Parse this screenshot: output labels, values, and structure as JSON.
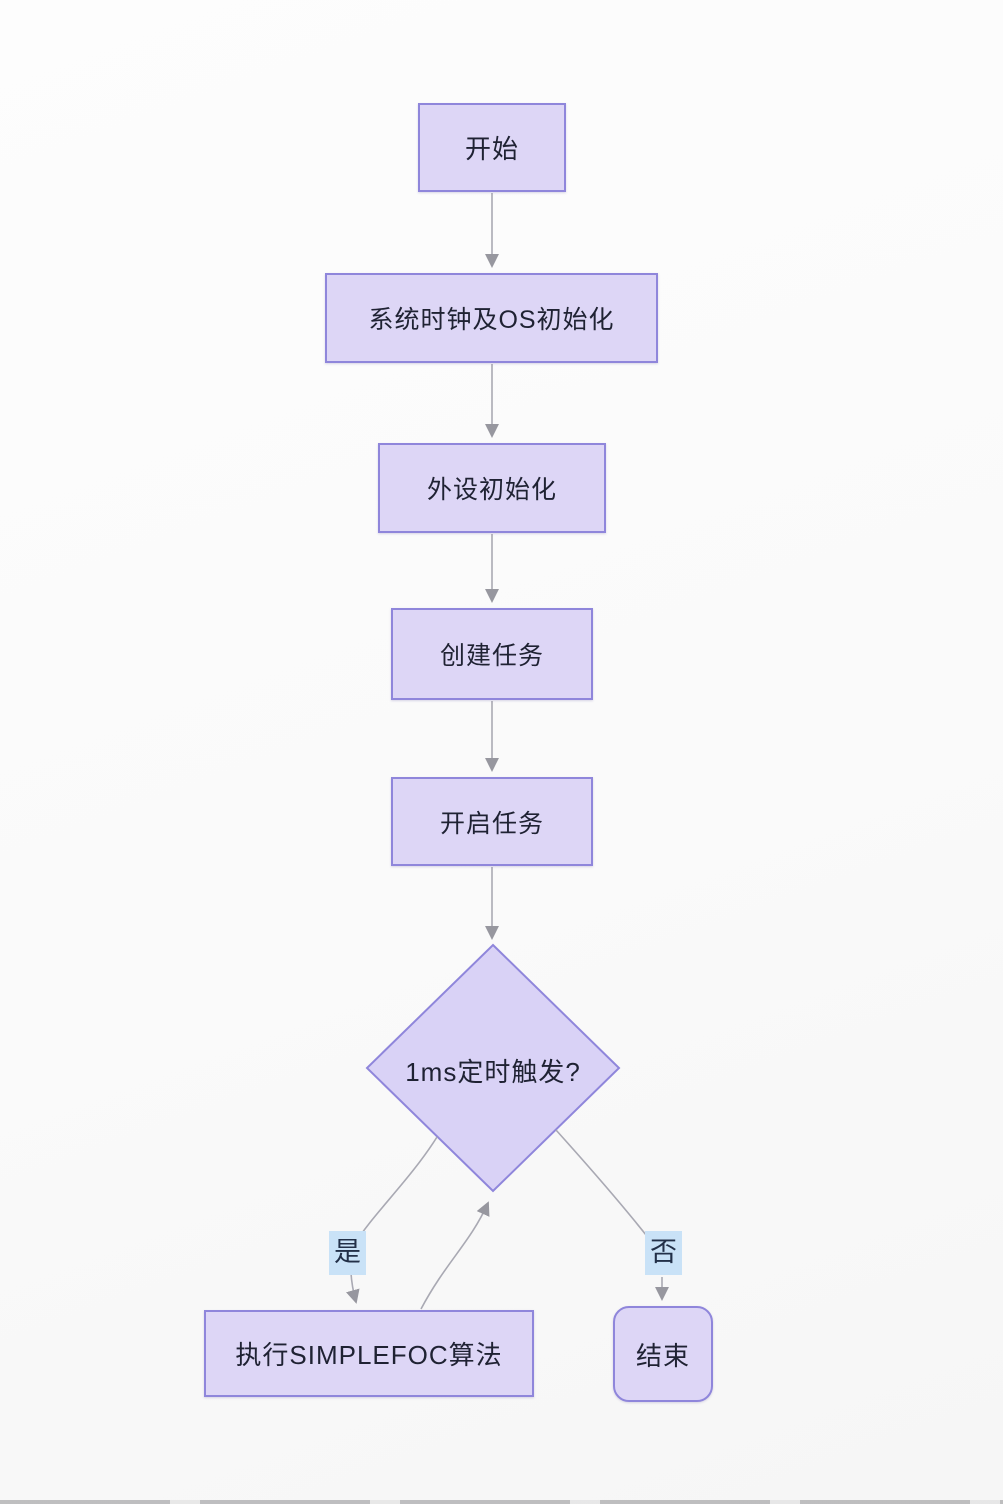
{
  "flowchart": {
    "nodes": [
      {
        "id": "start",
        "label": "开始",
        "shape": "rect"
      },
      {
        "id": "sys-os-init",
        "label": "系统时钟及OS初始化",
        "shape": "rect"
      },
      {
        "id": "periph-init",
        "label": "外设初始化",
        "shape": "rect"
      },
      {
        "id": "create-task",
        "label": "创建任务",
        "shape": "rect"
      },
      {
        "id": "start-task",
        "label": "开启任务",
        "shape": "rect"
      },
      {
        "id": "timer-decision",
        "label": "1ms定时触发?",
        "shape": "diamond"
      },
      {
        "id": "run-simplefoc",
        "label": "执行SIMPLEFOC算法",
        "shape": "rect"
      },
      {
        "id": "end",
        "label": "结束",
        "shape": "rounded-rect"
      }
    ],
    "edge_labels": {
      "yes": "是",
      "no": "否"
    },
    "edges": [
      {
        "from": "start",
        "to": "sys-os-init",
        "label": ""
      },
      {
        "from": "sys-os-init",
        "to": "periph-init",
        "label": ""
      },
      {
        "from": "periph-init",
        "to": "create-task",
        "label": ""
      },
      {
        "from": "create-task",
        "to": "start-task",
        "label": ""
      },
      {
        "from": "start-task",
        "to": "timer-decision",
        "label": ""
      },
      {
        "from": "timer-decision",
        "to": "run-simplefoc",
        "label": "是"
      },
      {
        "from": "run-simplefoc",
        "to": "timer-decision",
        "label": ""
      },
      {
        "from": "timer-decision",
        "to": "end",
        "label": "否"
      }
    ],
    "colors": {
      "node_fill": "#DDD6F6",
      "node_border": "#8F86DB",
      "diamond_fill": "#D9D2F6",
      "edge_line": "#A9A9B3",
      "arrowhead": "#97979F",
      "edge_label_bg": "#C9E2F7",
      "text": "#1F2233"
    }
  }
}
